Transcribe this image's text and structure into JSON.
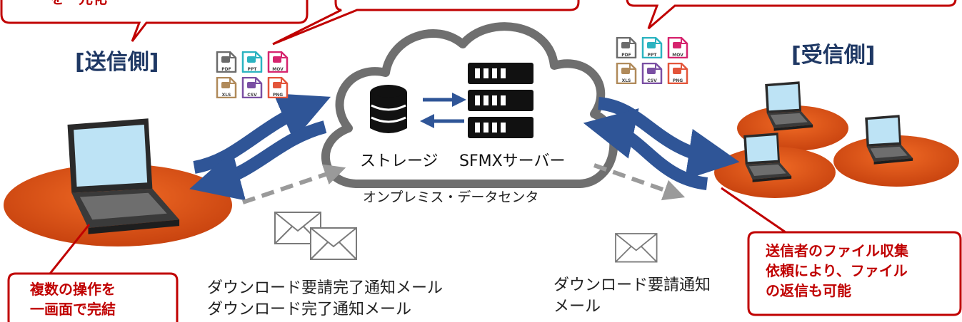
{
  "sender": {
    "title": "[送信側]"
  },
  "receiver": {
    "title": "[受信側]"
  },
  "callout_sender_top": {
    "text": "を一元化"
  },
  "callout_sender_bottom": {
    "lines": [
      "複数の操作を",
      "一画面で完結"
    ]
  },
  "callout_receiver": {
    "lines": [
      "送信者のファイル収集",
      "依頼により、ファイル",
      "の返信も可能"
    ]
  },
  "cloud": {
    "storage_label": "ストレージ",
    "server_label": "SFMXサーバー",
    "datacenter_label": "オンプレミス・データセンタ"
  },
  "file_types": [
    {
      "label": "PDF",
      "color": "#6b6b6b"
    },
    {
      "label": "PPT",
      "color": "#2bb3c0"
    },
    {
      "label": "MOV",
      "color": "#d6246e"
    },
    {
      "label": "XLS",
      "color": "#b08a5a"
    },
    {
      "label": "CSV",
      "color": "#7a4fa3"
    },
    {
      "label": "PNG",
      "color": "#e3553a"
    }
  ],
  "mail_left": {
    "lines": [
      "ダウンロード要請完了通知メール",
      "ダウンロード完了通知メール"
    ]
  },
  "mail_right": {
    "lines": [
      "ダウンロード要請通知",
      "メール"
    ]
  },
  "colors": {
    "arrow_blue": "#2f5597",
    "disc_orange": "#e2581b",
    "callout_red": "#c00000",
    "title_navy": "#1f3864"
  }
}
